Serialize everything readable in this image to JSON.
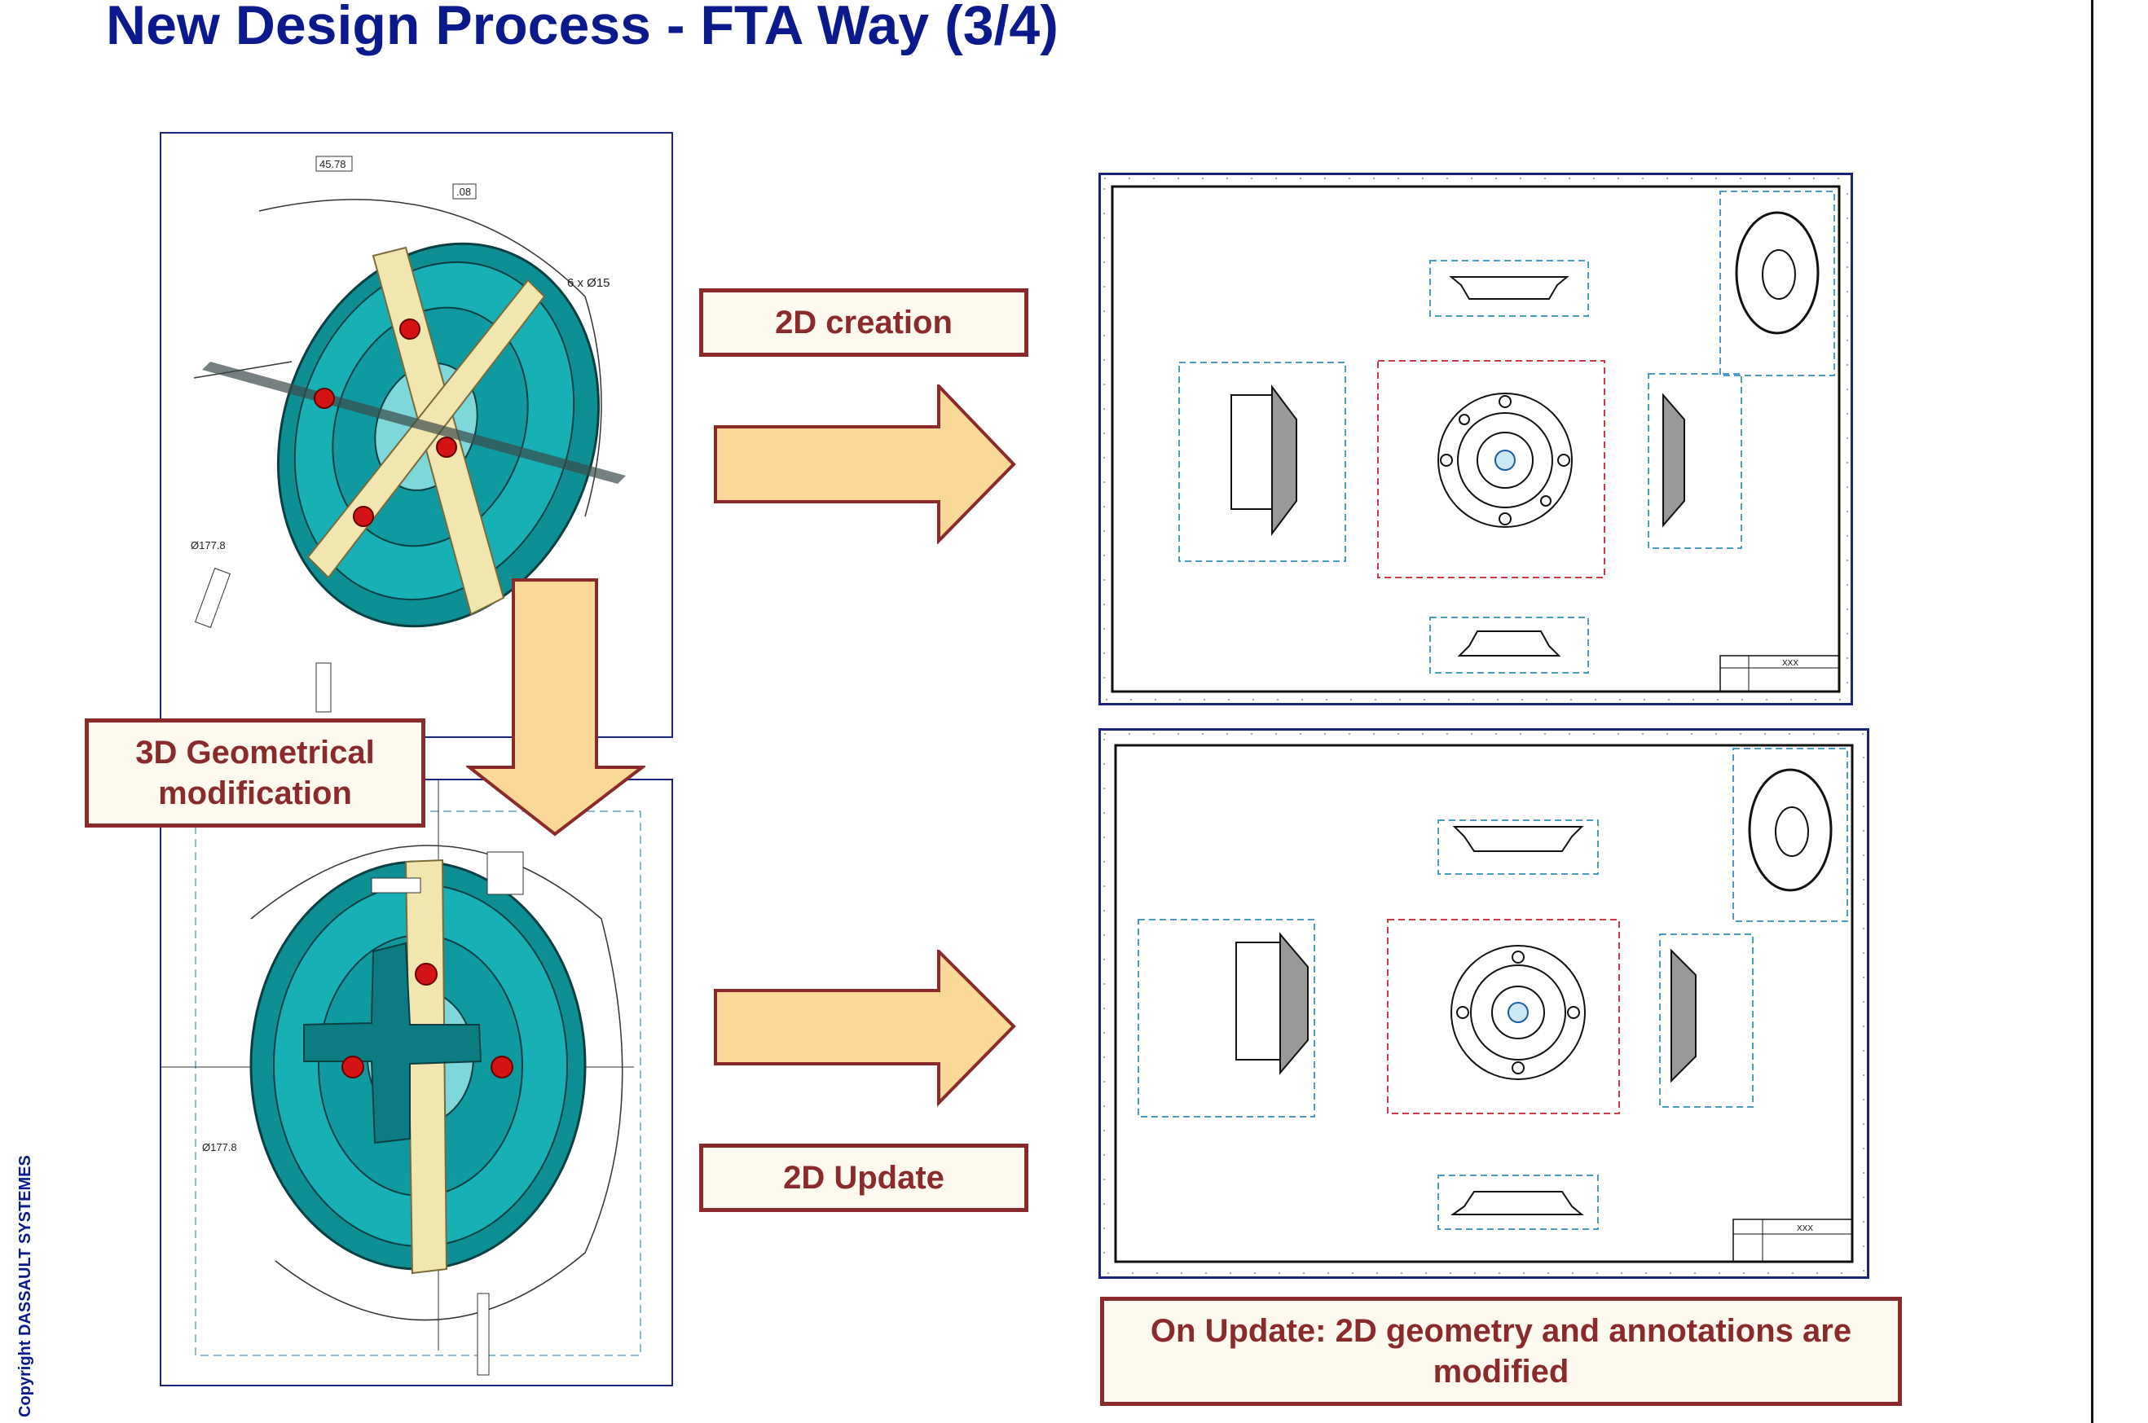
{
  "slide": {
    "title": "New Design Process - FTA Way (3/4)",
    "copyright": "Copyright DASSAULT SYSTEMES"
  },
  "labels": {
    "creation": "2D creation",
    "modification": "3D Geometrical modification",
    "update": "2D Update",
    "on_update": "On Update: 2D geometry and annotations are modified"
  },
  "annotations_top": {
    "dim1": "45.78",
    "dim2": ".08",
    "hole_callout": "6 x Ø15",
    "diameter": "Ø177.8"
  },
  "annotations_bottom": {
    "diameter": "Ø177.8"
  },
  "title_block": {
    "text": "XXX"
  },
  "colors": {
    "title": "#0a1a8c",
    "label_border": "#8b2a2a",
    "arrow_fill": "#f9d898",
    "arrow_stroke": "#8b2a2a",
    "part_teal": "#13a3a8",
    "part_cream": "#f2e6b0",
    "hole_red": "#d41414"
  }
}
